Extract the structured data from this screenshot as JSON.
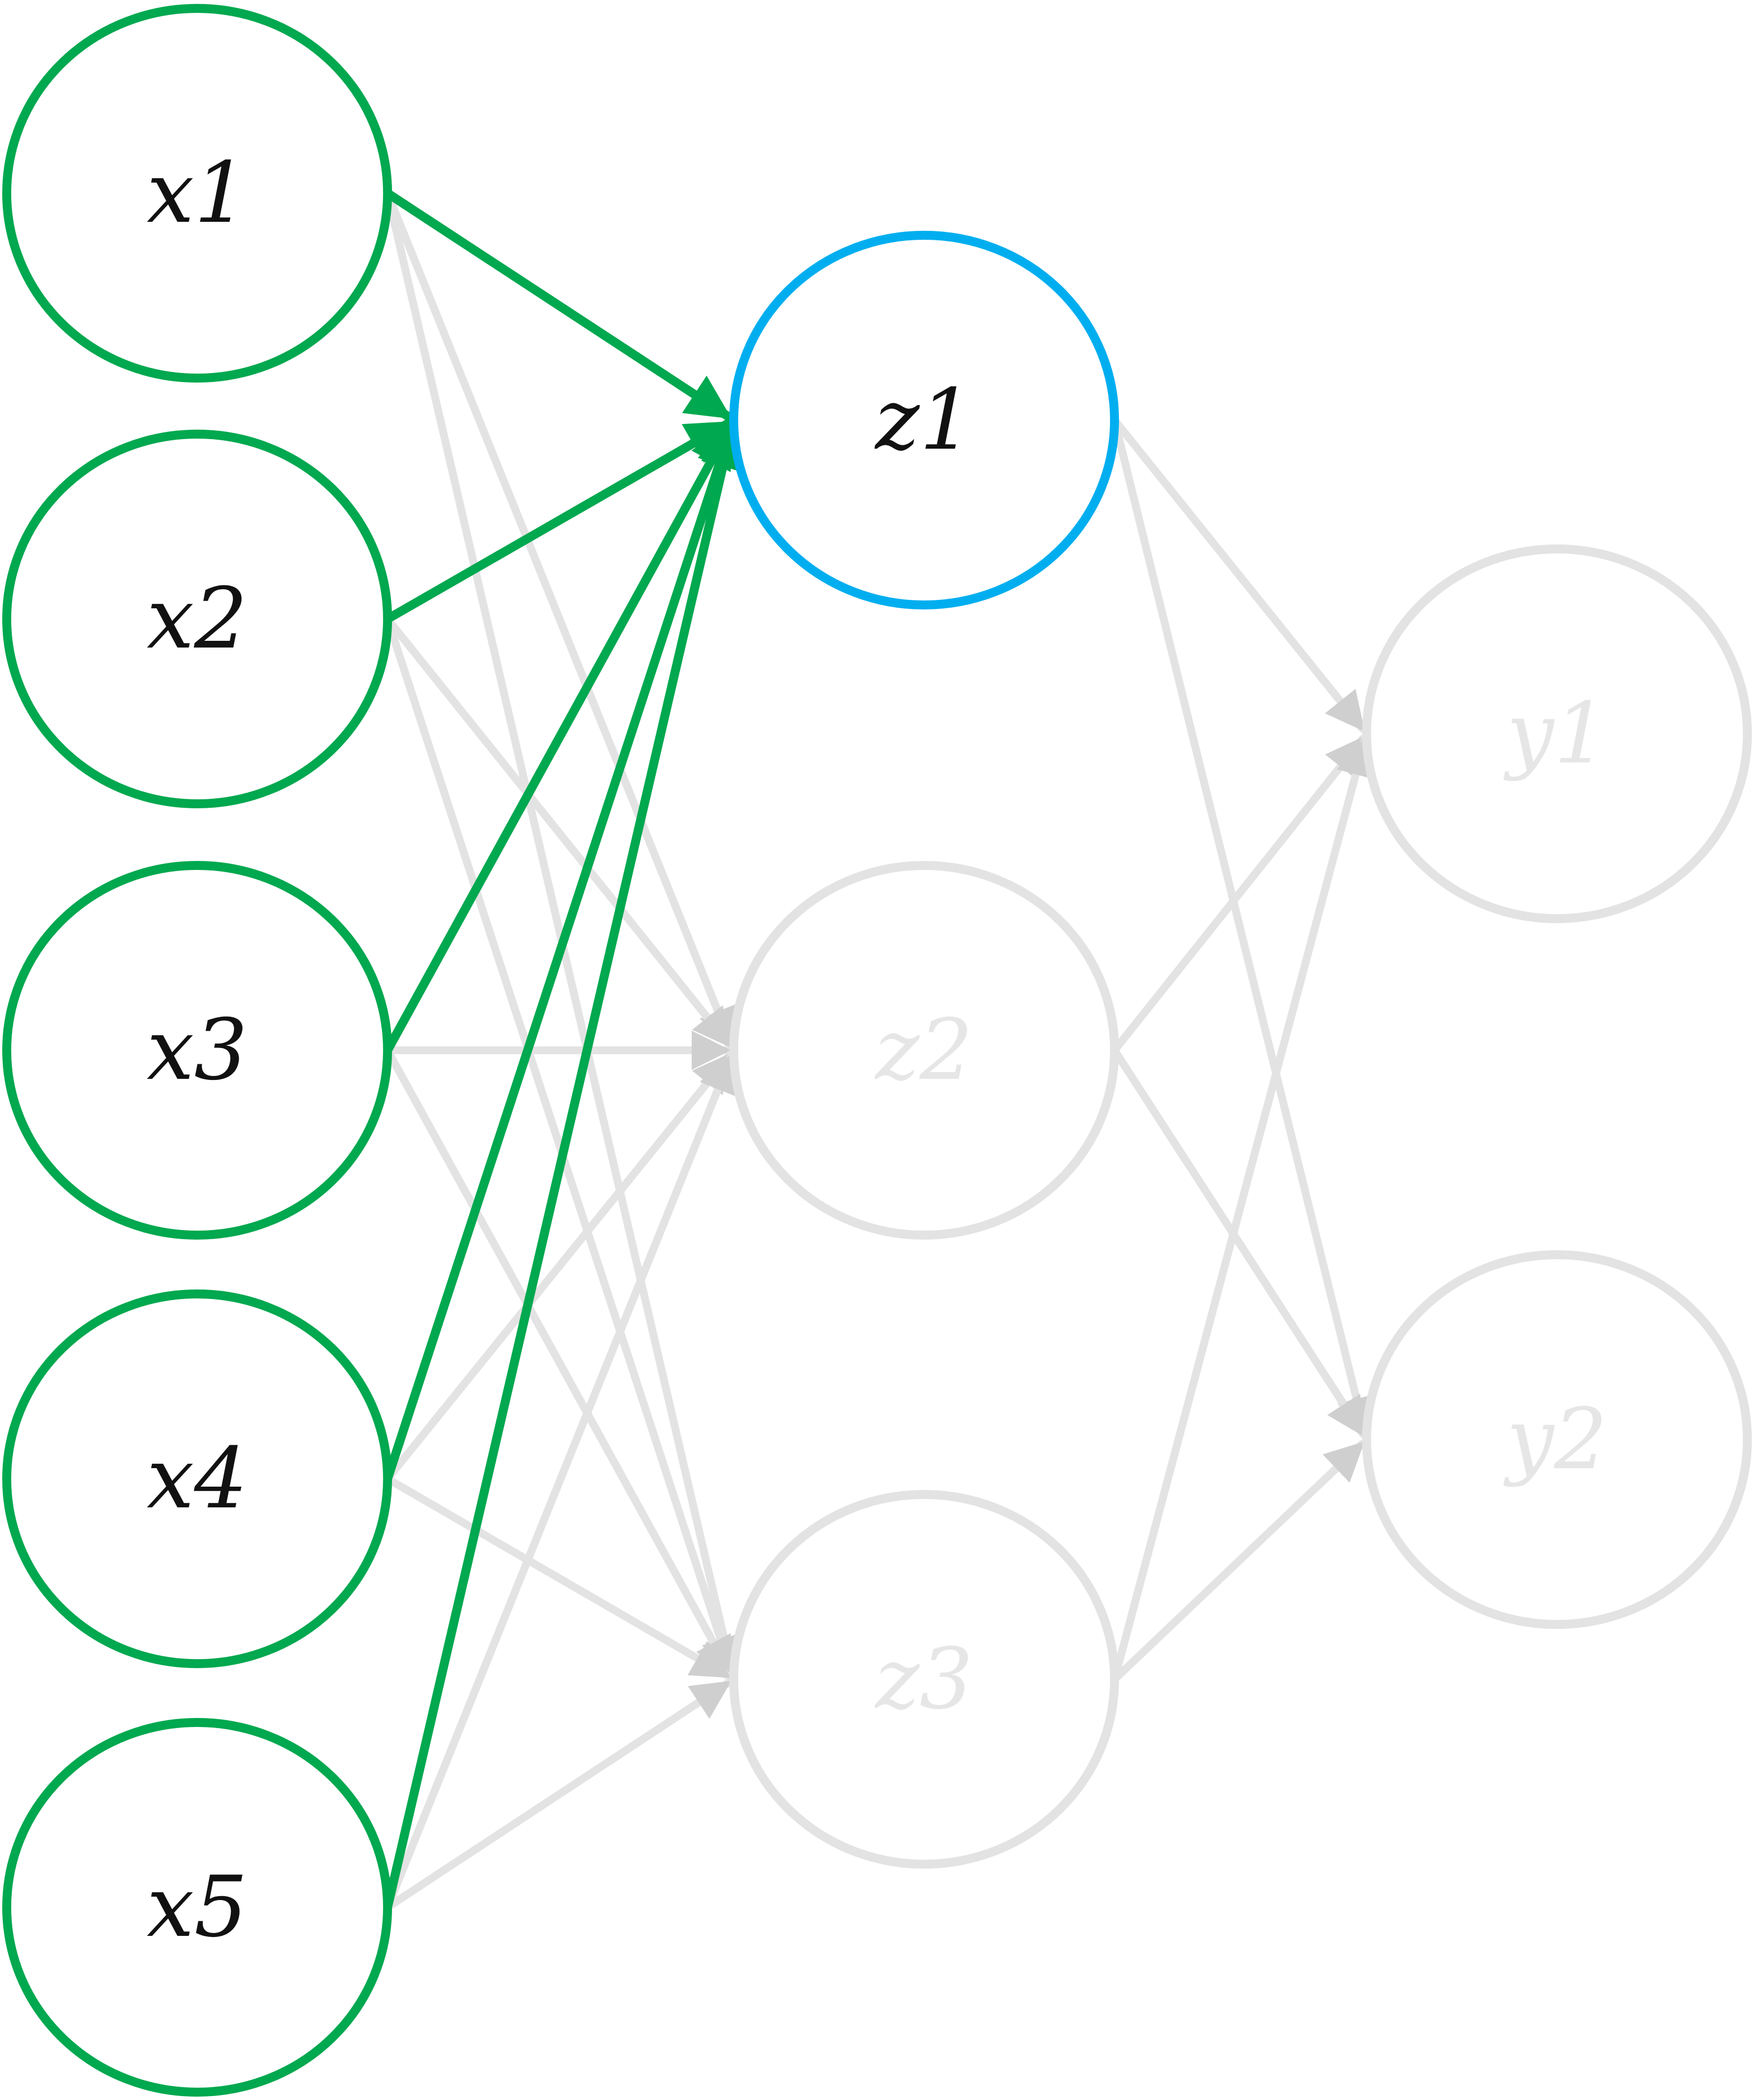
{
  "colors": {
    "active_node": "#00a84f",
    "focus_node": "#00aeef",
    "inactive": "#e3e3e3",
    "active_text": "#111111",
    "inactive_text": "#e6e6e6",
    "background": "#ffffff"
  },
  "layers": {
    "input": [
      {
        "id": "x1",
        "label": "x1",
        "state": "active"
      },
      {
        "id": "x2",
        "label": "x2",
        "state": "active"
      },
      {
        "id": "x3",
        "label": "x3",
        "state": "active"
      },
      {
        "id": "x4",
        "label": "x4",
        "state": "active"
      },
      {
        "id": "x5",
        "label": "x5",
        "state": "active"
      }
    ],
    "hidden": [
      {
        "id": "z1",
        "label": "z1",
        "state": "focus"
      },
      {
        "id": "z2",
        "label": "z2",
        "state": "inactive"
      },
      {
        "id": "z3",
        "label": "z3",
        "state": "inactive"
      }
    ],
    "output": [
      {
        "id": "y1",
        "label": "y1",
        "state": "inactive"
      },
      {
        "id": "y2",
        "label": "y2",
        "state": "inactive"
      }
    ]
  },
  "edges": [
    {
      "from": "x1",
      "to": "z1",
      "state": "active"
    },
    {
      "from": "x2",
      "to": "z1",
      "state": "active"
    },
    {
      "from": "x3",
      "to": "z1",
      "state": "active"
    },
    {
      "from": "x4",
      "to": "z1",
      "state": "active"
    },
    {
      "from": "x5",
      "to": "z1",
      "state": "active"
    },
    {
      "from": "x1",
      "to": "z2",
      "state": "inactive"
    },
    {
      "from": "x2",
      "to": "z2",
      "state": "inactive"
    },
    {
      "from": "x3",
      "to": "z2",
      "state": "inactive"
    },
    {
      "from": "x4",
      "to": "z2",
      "state": "inactive"
    },
    {
      "from": "x5",
      "to": "z2",
      "state": "inactive"
    },
    {
      "from": "x1",
      "to": "z3",
      "state": "inactive"
    },
    {
      "from": "x2",
      "to": "z3",
      "state": "inactive"
    },
    {
      "from": "x3",
      "to": "z3",
      "state": "inactive"
    },
    {
      "from": "x4",
      "to": "z3",
      "state": "inactive"
    },
    {
      "from": "x5",
      "to": "z3",
      "state": "inactive"
    },
    {
      "from": "z1",
      "to": "y1",
      "state": "inactive"
    },
    {
      "from": "z1",
      "to": "y2",
      "state": "inactive"
    },
    {
      "from": "z2",
      "to": "y1",
      "state": "inactive"
    },
    {
      "from": "z2",
      "to": "y2",
      "state": "inactive"
    },
    {
      "from": "z3",
      "to": "y1",
      "state": "inactive"
    },
    {
      "from": "z3",
      "to": "y2",
      "state": "inactive"
    }
  ]
}
